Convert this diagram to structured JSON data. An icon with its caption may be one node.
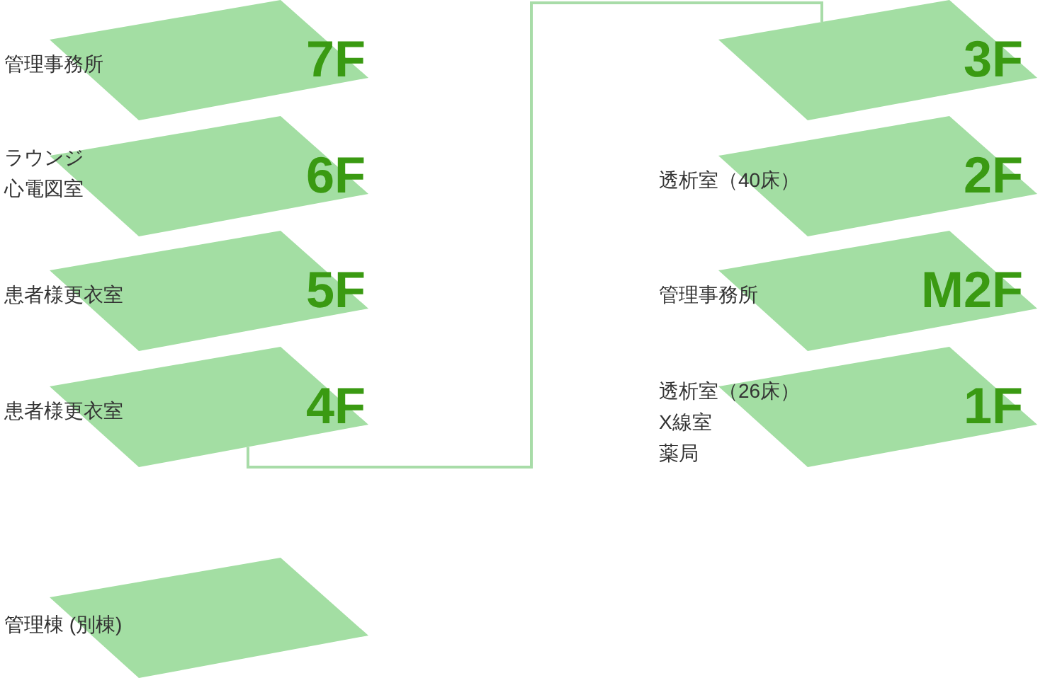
{
  "diagram": {
    "nodes": [
      {
        "text": [
          "管理事務所",
          "7F"
        ]
      },
      {
        "text": [
          "ラウンジ",
          "心電図室",
          "6F"
        ]
      },
      {
        "text": [
          "患者様更衣室",
          "5F"
        ]
      },
      {
        "text": [
          "患者様更衣室",
          "4F"
        ]
      },
      {
        "text": [
          "管理棟 (別棟)"
        ]
      },
      {
        "text": [
          "3F"
        ]
      },
      {
        "text": [
          "透析室（40床）",
          "2F"
        ]
      },
      {
        "text": [
          "管理事務所",
          "M2F"
        ]
      },
      {
        "text": [
          "透析室（26床）",
          "X線室",
          "薬局",
          "1F"
        ]
      }
    ],
    "edges": [
      {
        "from": 3,
        "to": 5,
        "arrow": "none"
      }
    ]
  }
}
